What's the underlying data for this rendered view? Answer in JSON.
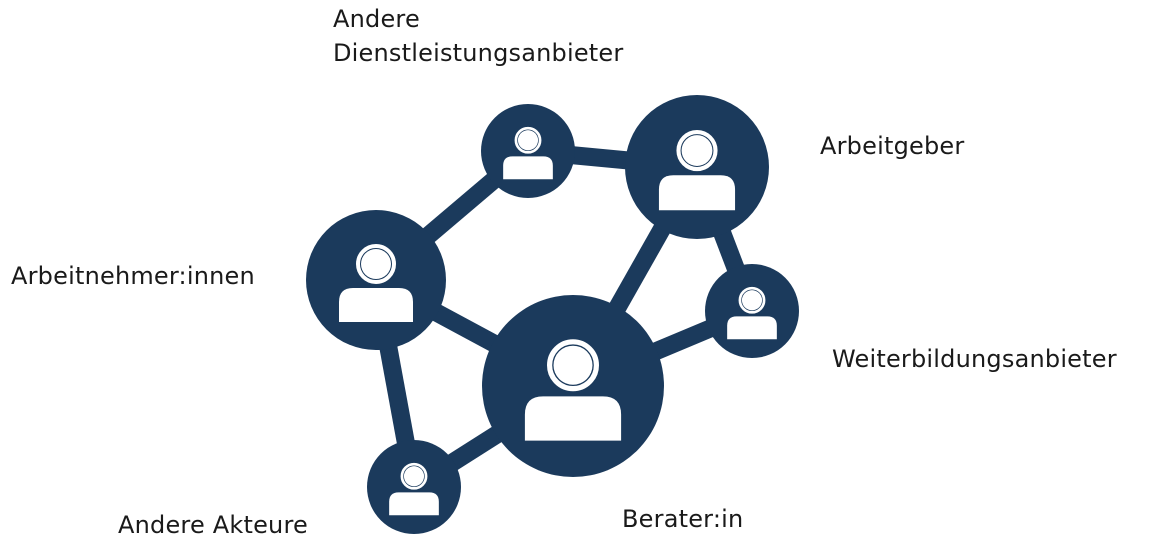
{
  "colors": {
    "node_fill": "#1b3a5c",
    "edge": "#1b3a5c",
    "icon": "#ffffff",
    "text": "#1a1a1a",
    "background": "#ffffff"
  },
  "nodes": [
    {
      "id": "dienstleister",
      "label_lines": [
        "Andere",
        "Dienstleistungsanbieter"
      ],
      "icon": "person-icon"
    },
    {
      "id": "arbeitgeber",
      "label_lines": [
        "Arbeitgeber"
      ],
      "icon": "person-icon"
    },
    {
      "id": "arbeitnehmer",
      "label_lines": [
        "Arbeitnehmer:innen"
      ],
      "icon": "person-icon"
    },
    {
      "id": "weiterbildung",
      "label_lines": [
        "Weiterbildungsanbieter"
      ],
      "icon": "person-icon"
    },
    {
      "id": "berater",
      "label_lines": [
        "Berater:in"
      ],
      "icon": "person-icon"
    },
    {
      "id": "akteure",
      "label_lines": [
        "Andere Akteure"
      ],
      "icon": "person-icon"
    }
  ],
  "edges": [
    [
      "arbeitnehmer",
      "dienstleister"
    ],
    [
      "dienstleister",
      "arbeitgeber"
    ],
    [
      "arbeitgeber",
      "weiterbildung"
    ],
    [
      "arbeitgeber",
      "berater"
    ],
    [
      "arbeitnehmer",
      "berater"
    ],
    [
      "weiterbildung",
      "berater"
    ],
    [
      "arbeitnehmer",
      "akteure"
    ],
    [
      "akteure",
      "berater"
    ]
  ]
}
